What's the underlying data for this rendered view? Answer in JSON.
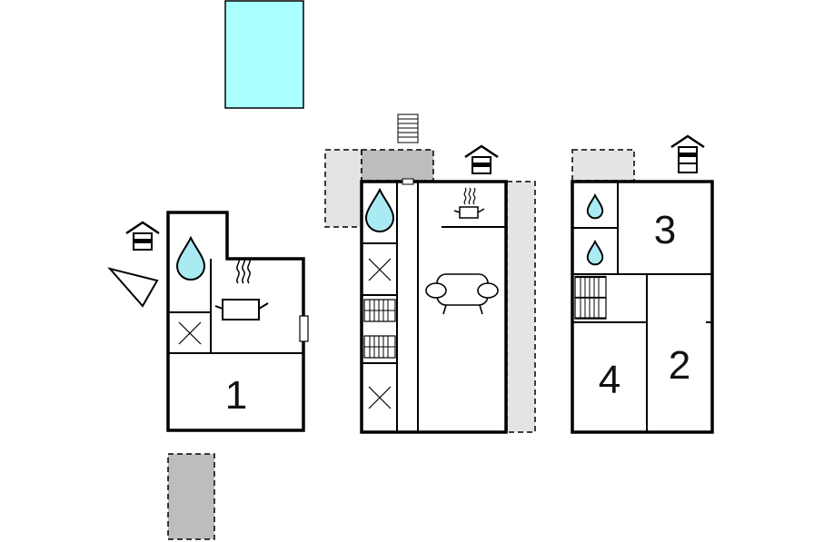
{
  "rooms": [
    {
      "id": "1",
      "label": "1"
    },
    {
      "id": "2",
      "label": "2"
    },
    {
      "id": "3",
      "label": "3"
    },
    {
      "id": "4",
      "label": "4"
    }
  ],
  "icons": {
    "water": "water-drop-icon",
    "cooking": "cooking-pot-icon",
    "sofa": "sofa-icon",
    "bunk": "bunk-bed-icon",
    "x_mark": "x-mark-icon",
    "entrance": "house-entrance-icon",
    "stairs": "stairs-icon",
    "compass": "north-arrow-icon"
  },
  "colors": {
    "pool": "#aaffff",
    "terrace_dark": "#bdbdbd",
    "terrace_light": "#e4e4e4",
    "water": "#aaeaf2",
    "wall": "#000000"
  }
}
